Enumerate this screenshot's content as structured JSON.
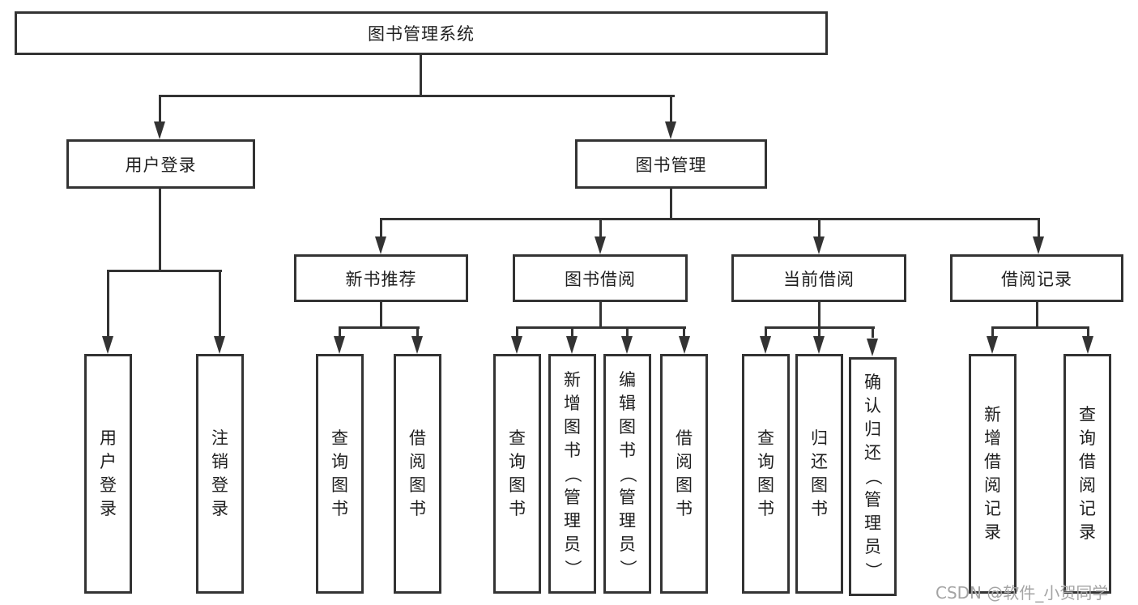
{
  "nodes": {
    "root": "图书管理系统",
    "user_login": "用户登录",
    "book_mgmt": "图书管理",
    "new_book_rec": "新书推荐",
    "book_borrow": "图书借阅",
    "current_borrow": "当前借阅",
    "borrow_record": "借阅记录"
  },
  "leaves": {
    "user_login": [
      "用户登录",
      "注销登录"
    ],
    "new_book_rec": [
      "查询图书",
      "借阅图书"
    ],
    "book_borrow": [
      "查询图书",
      "新增图书（管理员）",
      "编辑图书（管理员）",
      "借阅图书"
    ],
    "current_borrow": [
      "查询图书",
      "归还图书",
      "确认归还（管理员）"
    ],
    "borrow_record": [
      "新增借阅记录",
      "查询借阅记录"
    ]
  },
  "watermark": "CSDN @软件_小贺同学",
  "colors": {
    "line": "#333333",
    "text": "#1f1f1f",
    "background": "#ffffff",
    "watermark": "#a4a4a4"
  }
}
